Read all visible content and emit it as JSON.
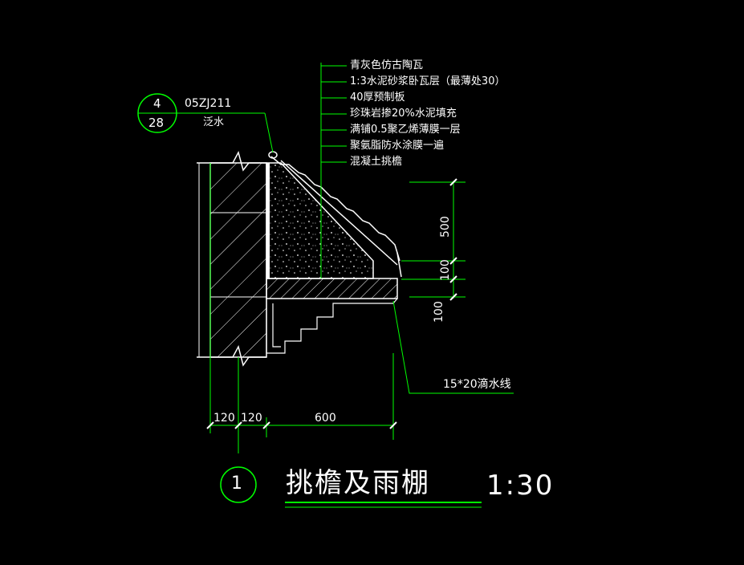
{
  "drawing": {
    "title": "挑檐及雨棚",
    "scale": "1:30",
    "detail_number": "1",
    "colors": {
      "background": "#000000",
      "text": "#ffffff",
      "leader": "#00ff00",
      "geometry": "#ffffff",
      "title_underline": "#00ff00",
      "dim_lines": "#00ff00"
    }
  },
  "reference_bubble": {
    "top": "4",
    "bottom": "28",
    "atlas": "05ZJ211",
    "note": "泛水"
  },
  "layers": [
    "青灰色仿古陶瓦",
    "1:3水泥砂浆卧瓦层（最薄处30）",
    "40厚预制板",
    "珍珠岩掺20%水泥填充",
    "满铺0.5聚乙烯薄膜一层",
    "聚氨脂防水涂膜一遍",
    "混凝土挑檐"
  ],
  "drip_note": "15*20滴水线",
  "dimensions": {
    "horizontal": [
      "120",
      "120",
      "600"
    ],
    "vertical": [
      "500",
      "100",
      "100"
    ]
  }
}
